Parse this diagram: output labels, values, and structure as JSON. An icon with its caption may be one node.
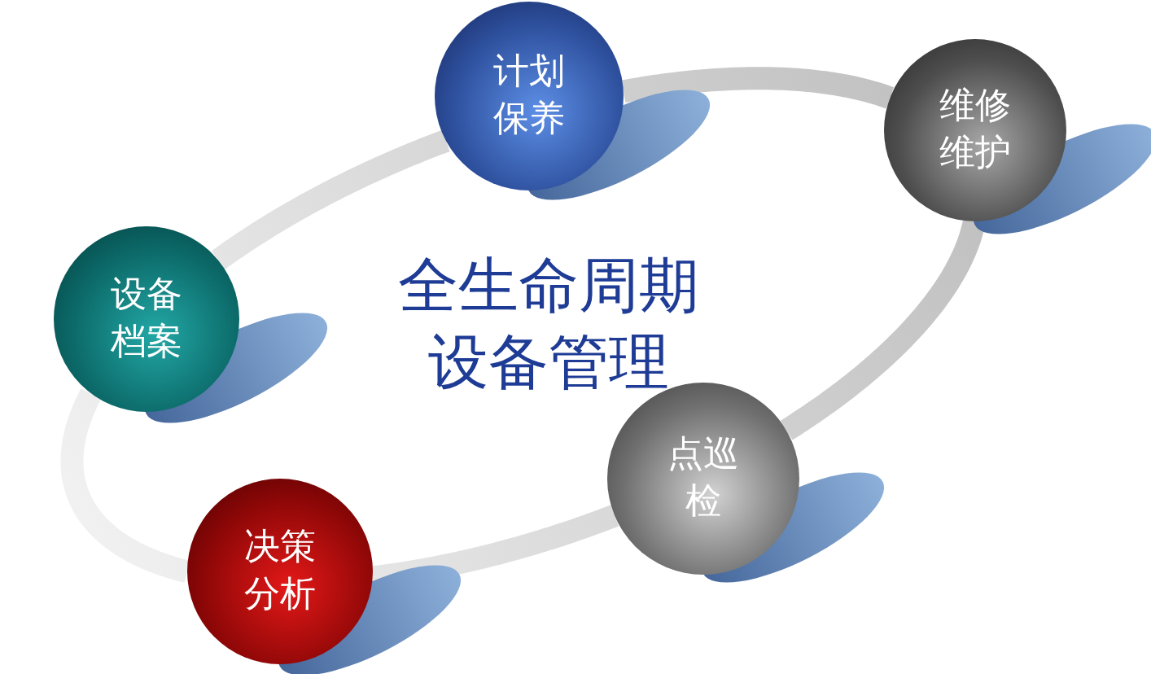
{
  "diagram": {
    "title": "全生命周期设备管理",
    "nodes": [
      {
        "text": [
          "计划保养"
        ]
      },
      {
        "text": [
          "维修维护"
        ]
      },
      {
        "text": [
          "设备档案"
        ]
      },
      {
        "text": [
          "点巡检"
        ]
      },
      {
        "text": [
          "决策分析"
        ]
      }
    ],
    "edges": [
      {
        "from": 0,
        "to": 1,
        "arrow": "none"
      },
      {
        "from": 1,
        "to": 3,
        "arrow": "none"
      },
      {
        "from": 3,
        "to": 4,
        "arrow": "none"
      },
      {
        "from": 4,
        "to": 2,
        "arrow": "none"
      },
      {
        "from": 2,
        "to": 0,
        "arrow": "none"
      }
    ]
  }
}
